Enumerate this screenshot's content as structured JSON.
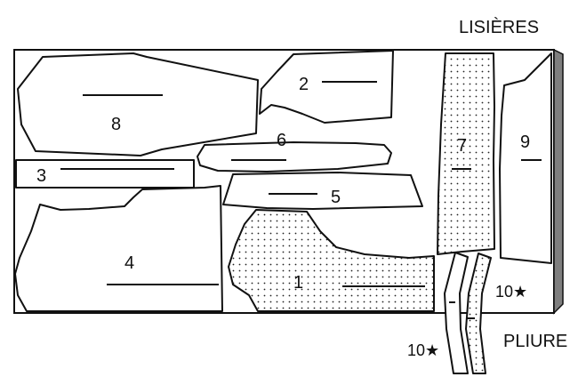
{
  "labels": {
    "selvedges": "LISIÈRES",
    "fold": "PLIURE"
  },
  "pieces": {
    "p1": "1",
    "p2": "2",
    "p3": "3",
    "p4": "4",
    "p5": "5",
    "p6": "6",
    "p7": "7",
    "p8": "8",
    "p9": "9",
    "p10_inside": "10★",
    "p10_outside": "10★"
  },
  "colors": {
    "outline": "#111111",
    "selvedge_band": "#7f7f7f"
  }
}
